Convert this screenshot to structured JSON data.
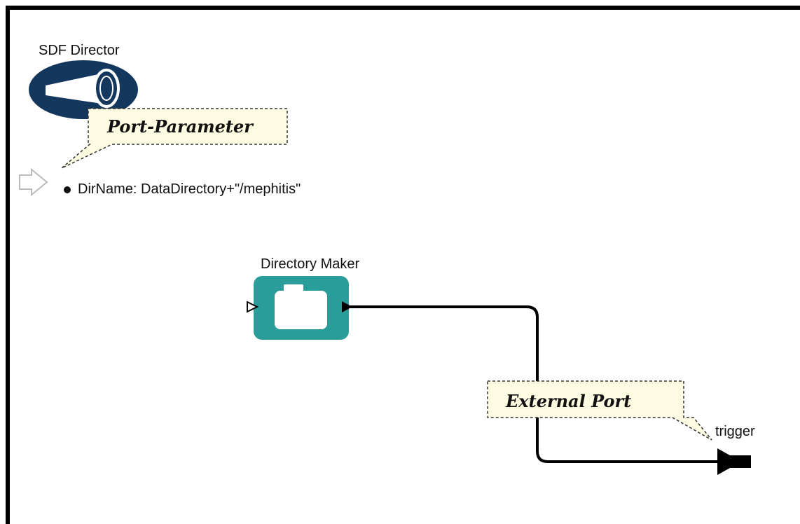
{
  "director": {
    "label": "SDF Director"
  },
  "parameter": {
    "text": "DirName: DataDirectory+\"/mephitis\""
  },
  "actor": {
    "label": "Directory Maker",
    "color": "#2a9d9a"
  },
  "port": {
    "label": "trigger"
  },
  "callouts": [
    {
      "text": "Port-Parameter"
    },
    {
      "text": "External Port"
    }
  ],
  "colors": {
    "callout_bg": "#fefde3",
    "director": "#14375d"
  }
}
